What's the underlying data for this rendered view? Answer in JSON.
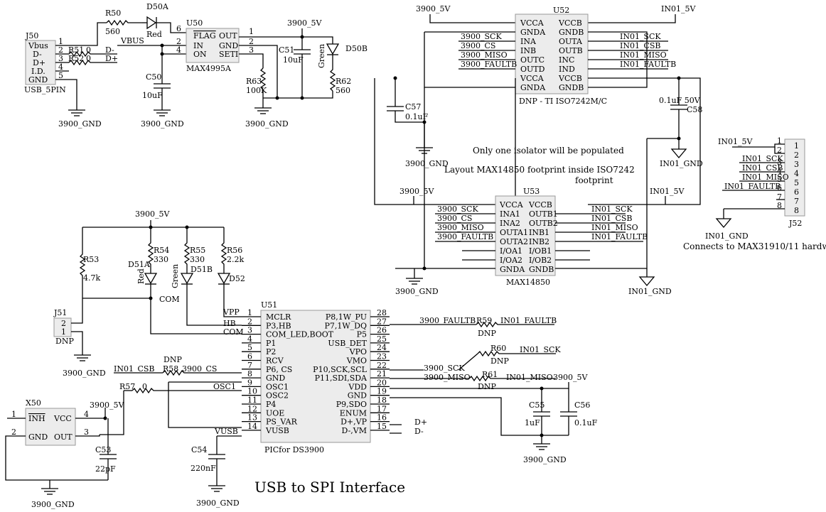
{
  "title": "USB to SPI Interface",
  "notes": {
    "isolator": "Only one isolator will be populated",
    "layout_1": "Layout MAX14850 footprint inside ISO7242",
    "layout_2": "footprint",
    "connects": "Connects to MAX31910/11 hardware"
  },
  "nets": {
    "v3900": "3900_5V",
    "gnd3900": "3900_GND",
    "vin01": "IN01_5V",
    "gnd01": "IN01_GND",
    "vbus": "VBUS",
    "osc1": "OSC1",
    "vusb": "VUSB",
    "dm": "D-",
    "dp": "D+",
    "sck3900": "3900_SCK",
    "cs3900": "3900_CS",
    "miso3900": "3900_MISO",
    "faultb3900": "3900_FAULTB",
    "sck01": "IN01_SCK",
    "csb01": "IN01_CSB",
    "miso01": "IN01_MISO",
    "faultb01": "IN01_FAULTB"
  },
  "components": {
    "J50": {
      "ref": "J50",
      "value": "USB_5PIN",
      "pins": [
        "1",
        "2",
        "3",
        "4",
        "5"
      ],
      "pin_names": [
        "Vbus",
        "D-",
        "D+",
        "I.D.",
        "GND"
      ]
    },
    "R50": {
      "ref": "R50",
      "value": "560"
    },
    "R51": {
      "ref": "R51",
      "value": "0"
    },
    "R52": {
      "ref": "R52",
      "value": "0"
    },
    "D50A": {
      "ref": "D50A",
      "color": "Red"
    },
    "D50B": {
      "ref": "D50B",
      "color": "Green"
    },
    "U50": {
      "ref": "U50",
      "part": "MAX4995A",
      "pins_left": [
        "6",
        "2",
        "4"
      ],
      "names_left": [
        "FLAG",
        "IN",
        "ON"
      ],
      "pins_right": [
        "1",
        "2",
        "3"
      ],
      "names_right": [
        "OUT",
        "GND",
        "SETI"
      ]
    },
    "C50": {
      "ref": "C50",
      "value": "10uF"
    },
    "C51": {
      "ref": "C51",
      "value": "10uF"
    },
    "R62": {
      "ref": "R62",
      "value": "560"
    },
    "R63": {
      "ref": "R63",
      "value": "100K"
    },
    "U52": {
      "ref": "U52",
      "part": "DNP - TI ISO7242M/C",
      "names_left": [
        "VCCA",
        "GNDA",
        "INA",
        "INB",
        "OUTC",
        "OUTD",
        "VCCA",
        "GNDA"
      ],
      "names_right": [
        "VCCB",
        "GNDB",
        "OUTA",
        "OUTB",
        "INC",
        "IND",
        "VCCB",
        "GNDB"
      ]
    },
    "C57": {
      "ref": "C57",
      "value": "0.1uF"
    },
    "C58": {
      "ref": "C58",
      "value": "0.1uF  50V"
    },
    "U53": {
      "ref": "U53",
      "part": "MAX14850",
      "names_left": [
        "VCCA",
        "INA1",
        "INA2",
        "OUTA1",
        "OUTA2",
        "I/OA1",
        "I/OA2",
        "GNDA"
      ],
      "names_right": [
        "VCCB",
        "OUTB1",
        "OUTB2",
        "INB1",
        "INB2",
        "I/OB1",
        "I/OB2",
        "GNDB"
      ]
    },
    "J52": {
      "ref": "J52",
      "pins": [
        "1",
        "2",
        "3",
        "4",
        "5",
        "6",
        "7",
        "8"
      ]
    },
    "R53": {
      "ref": "R53",
      "value": "4.7k"
    },
    "R54": {
      "ref": "R54",
      "value": "330"
    },
    "R55": {
      "ref": "R55",
      "value": "330"
    },
    "R56": {
      "ref": "R56",
      "value": "2.2k"
    },
    "D51A": {
      "ref": "D51A",
      "color": "Red"
    },
    "D51B": {
      "ref": "D51B",
      "color": "Green"
    },
    "D52": {
      "ref": "D52"
    },
    "COM": "COM",
    "J51": {
      "ref": "J51",
      "value": "DNP",
      "pins": [
        "2",
        "1"
      ]
    },
    "U51": {
      "ref": "U51",
      "part": "PICfor DS3900",
      "pins_left": [
        "1",
        "2",
        "3",
        "4",
        "5",
        "6",
        "7",
        "8",
        "9",
        "10",
        "11",
        "12",
        "13",
        "14"
      ],
      "names_left": [
        "MCLR",
        "P3,HB",
        "COM_LED,BOOT",
        "P1",
        "P2",
        "RCV",
        "P6, CS",
        "GND",
        "OSC1",
        "OSC2",
        "P4",
        "UOE",
        "PS_VAR",
        "VUSB"
      ],
      "pins_right": [
        "28",
        "27",
        "26",
        "25",
        "24",
        "23",
        "22",
        "21",
        "20",
        "19",
        "18",
        "17",
        "16",
        "15"
      ],
      "names_right": [
        "P8,1W_PU",
        "P7,1W_DQ",
        "P5",
        "USB_DET",
        "VPO",
        "VMO",
        "P10,SCK,SCL",
        "P11,SDI,SDA",
        "VDD",
        "GND",
        "P9,SDO",
        "ENUM",
        "D+,VP",
        "D-,VM"
      ]
    },
    "net_left": [
      "VPP",
      "HB",
      "COM"
    ],
    "R57": {
      "ref": "R57",
      "value": "0"
    },
    "R58": {
      "ref": "R58",
      "value": "DNP"
    },
    "R59": {
      "ref": "R59",
      "value": "DNP"
    },
    "R60": {
      "ref": "R60",
      "value": "DNP"
    },
    "R61": {
      "ref": "R61",
      "value": "DNP"
    },
    "X50": {
      "ref": "X50",
      "pins": [
        "1",
        "2",
        "4",
        "3"
      ],
      "names": [
        "INH",
        "GND",
        "VCC",
        "OUT"
      ]
    },
    "C53": {
      "ref": "C53",
      "value": "22pF"
    },
    "C54": {
      "ref": "C54",
      "value": "220nF"
    },
    "C55": {
      "ref": "C55",
      "value": "1uF"
    },
    "C56": {
      "ref": "C56",
      "value": "0.1uF"
    }
  }
}
